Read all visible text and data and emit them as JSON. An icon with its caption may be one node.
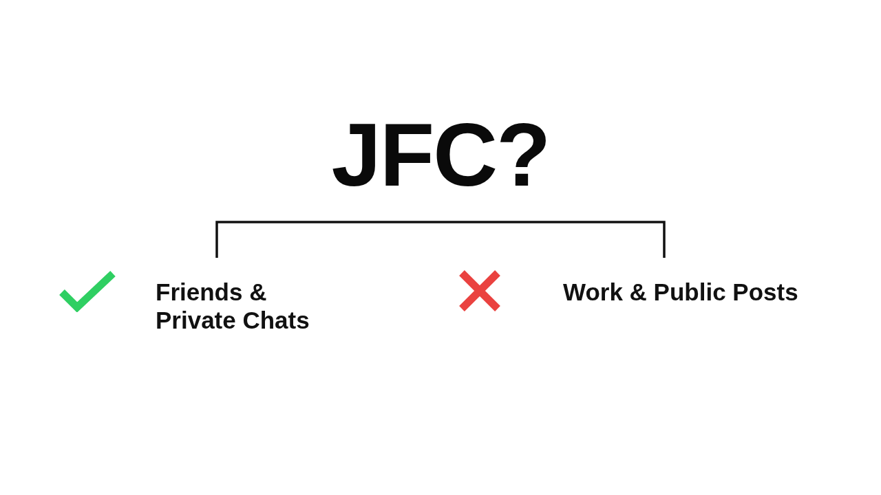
{
  "diagram": {
    "title": "JFC?",
    "nodes": [
      {
        "text": [
          "Friends & Private Chats"
        ]
      },
      {
        "text": [
          "Work & Public Posts"
        ]
      }
    ],
    "edges": [
      {
        "from": null,
        "to": 0,
        "arrow": "none"
      },
      {
        "from": null,
        "to": 1,
        "arrow": "none"
      }
    ]
  }
}
